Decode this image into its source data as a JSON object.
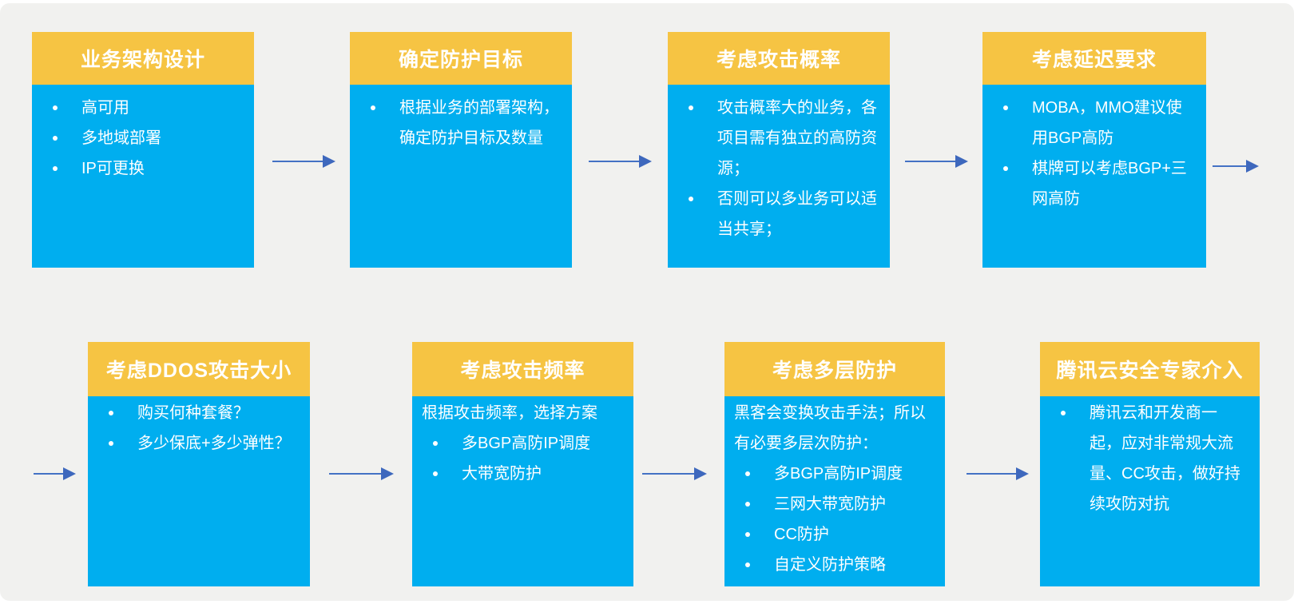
{
  "colors": {
    "background": "#f1f1ef",
    "frame": "#ffffff",
    "header_bg": "#f6c443",
    "body_bg": "#00aeef",
    "text": "#ffffff",
    "arrow": "#4472c4"
  },
  "icons": {
    "arrow": "right-arrow"
  },
  "flow": {
    "boxes": [
      {
        "title": "业务架构设计",
        "bullets": [
          "高可用",
          "多地域部署",
          "IP可更换"
        ]
      },
      {
        "title": "确定防护目标",
        "bullets": [
          "根据业务的部署架构，确定防护目标及数量"
        ]
      },
      {
        "title": "考虑攻击概率",
        "bullets": [
          "攻击概率大的业务，各项目需有独立的高防资源；",
          "否则可以多业务可以适当共享；"
        ]
      },
      {
        "title": "考虑延迟要求",
        "bullets": [
          "MOBA，MMO建议使用BGP高防",
          "棋牌可以考虑BGP+三网高防"
        ]
      },
      {
        "title": "考虑DDOS攻击大小",
        "bullets": [
          "购买何种套餐？",
          "多少保底+多少弹性？"
        ]
      },
      {
        "title": "考虑攻击频率",
        "intro": "根据攻击频率，选择方案",
        "bullets": [
          "多BGP高防IP调度",
          "大带宽防护"
        ]
      },
      {
        "title": "考虑多层防护",
        "intro": "黑客会变换攻击手法；所以有必要多层次防护：",
        "bullets": [
          "多BGP高防IP调度",
          "三网大带宽防护",
          "CC防护",
          "自定义防护策略"
        ]
      },
      {
        "title": "腾讯云安全专家介入",
        "bullets": [
          "腾讯云和开发商一起，应对非常规大流量、CC攻击，做好持续攻防对抗"
        ]
      }
    ]
  }
}
